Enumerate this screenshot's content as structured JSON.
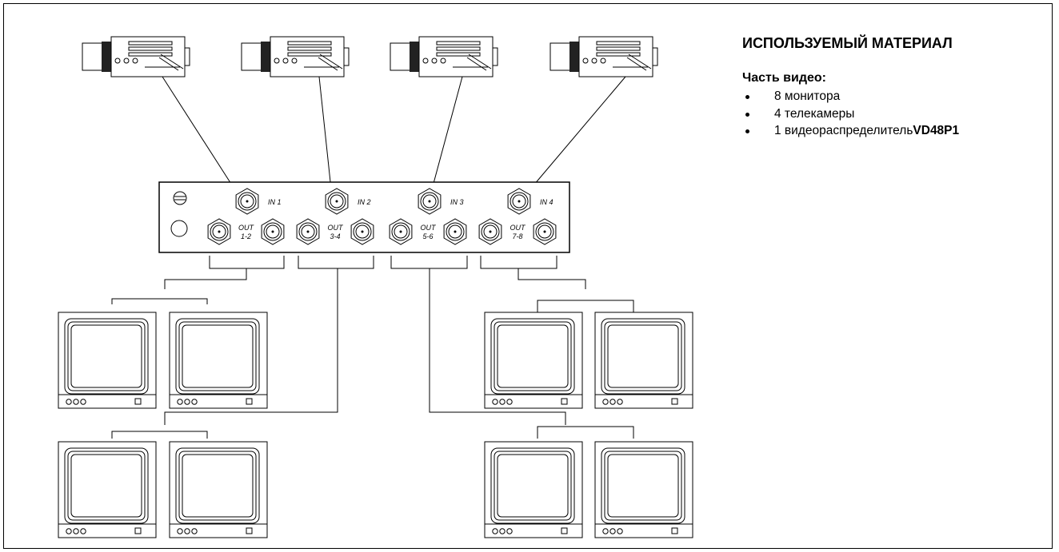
{
  "panel": {
    "title": "ИСПОЛЬЗУЕМЫЙ МАТЕРИАЛ",
    "subtitle": "Часть видео:",
    "items": [
      {
        "text": "8 монитора"
      },
      {
        "text": "4 телекамеры"
      },
      {
        "text": "1 видеораспределитель",
        "bold": "VD48P1"
      }
    ]
  },
  "distributor": {
    "inputs": [
      "IN 1",
      "IN 2",
      "IN 3",
      "IN 4"
    ],
    "outputs": [
      {
        "top": "OUT",
        "bottom": "1-2"
      },
      {
        "top": "OUT",
        "bottom": "3-4"
      },
      {
        "top": "OUT",
        "bottom": "5-6"
      },
      {
        "top": "OUT",
        "bottom": "7-8"
      }
    ]
  },
  "camera_count": 4,
  "monitor_count": 8
}
